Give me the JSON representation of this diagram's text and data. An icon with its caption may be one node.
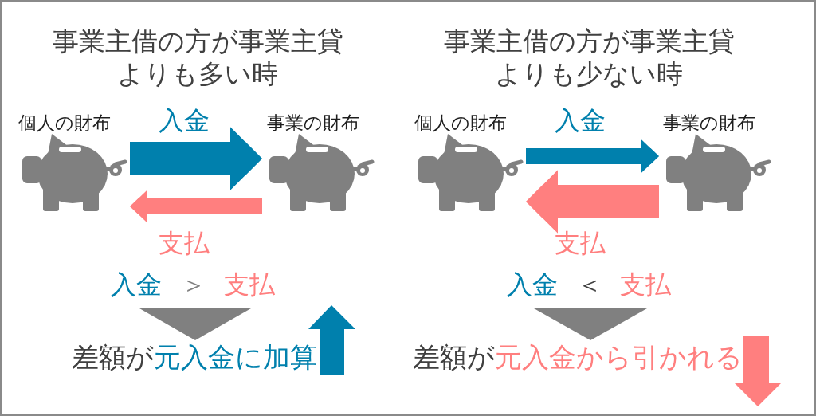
{
  "diagram": {
    "nodes": [
      {
        "text": [
          "個人の財布"
        ]
      },
      {
        "text": [
          "事業の財布"
        ]
      },
      {
        "text": [
          "個人の財布"
        ]
      },
      {
        "text": [
          "事業の財布"
        ]
      }
    ],
    "edges": [
      {
        "from": 0,
        "to": 1,
        "arrow": "to",
        "label": "入金",
        "style": "thick",
        "color": "#0080ad"
      },
      {
        "from": 1,
        "to": 0,
        "arrow": "to",
        "label": "支払",
        "color": "#ff7f7f"
      },
      {
        "from": 2,
        "to": 3,
        "arrow": "to",
        "label": "入金",
        "color": "#0080ad"
      },
      {
        "from": 3,
        "to": 2,
        "arrow": "to",
        "label": "支払",
        "style": "thick",
        "color": "#ff7f7f"
      }
    ],
    "labels": [
      "事業主借の方が事業主貸よりも多い時",
      "入金",
      "＞",
      "支払",
      "差額が",
      "元入金に加算",
      "事業主借の方が事業主貸よりも少ない時",
      "入金",
      "＜",
      "支払",
      "差額が",
      "元入金から引かれる"
    ]
  }
}
